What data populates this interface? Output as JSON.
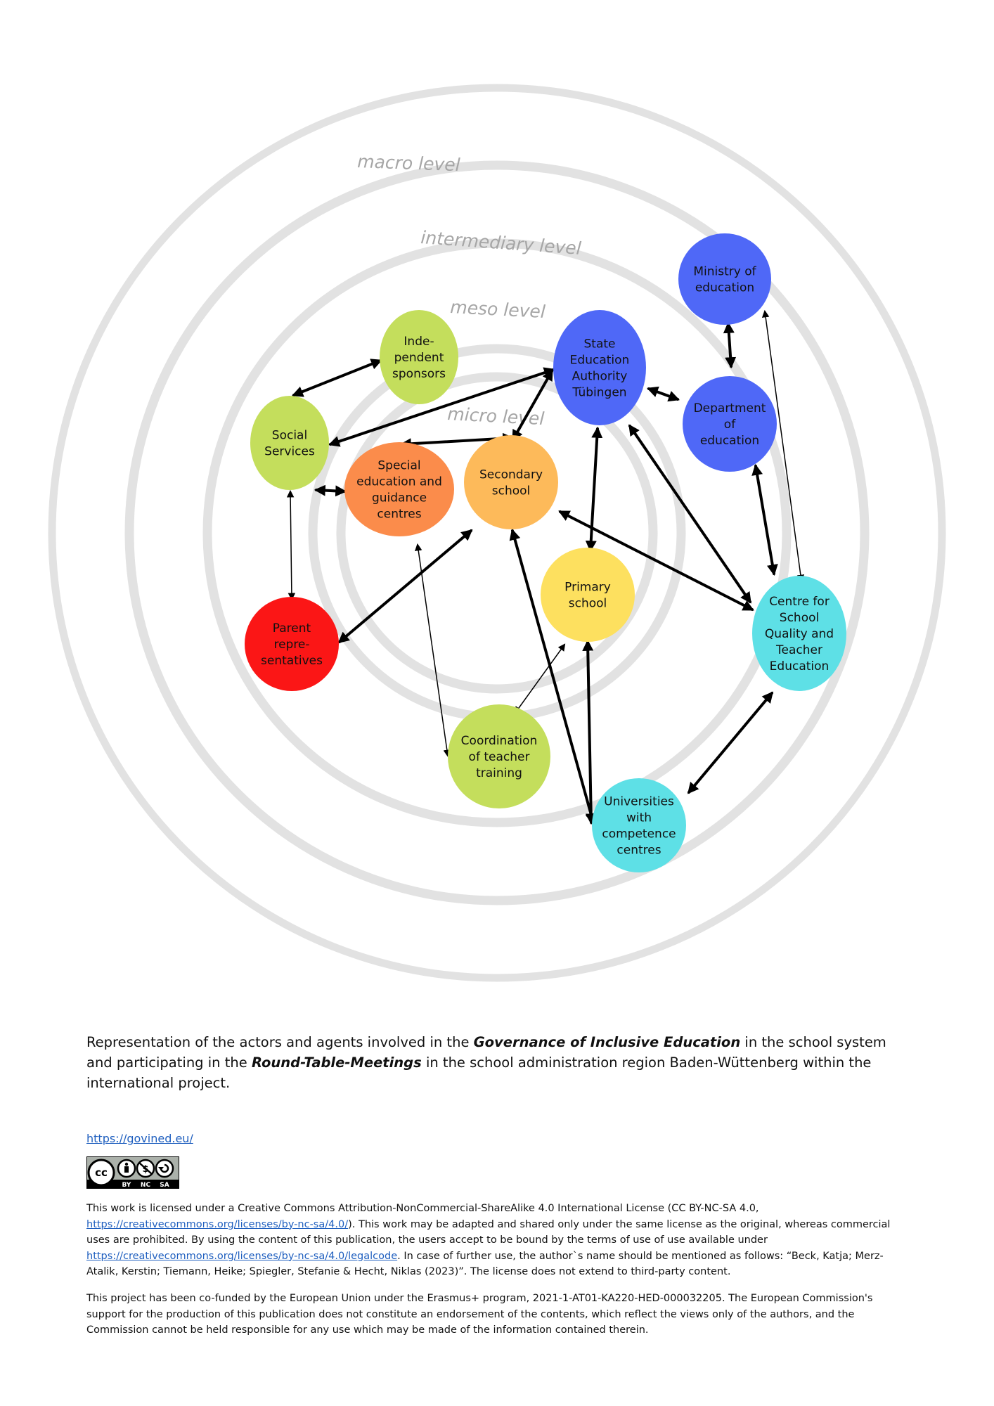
{
  "levels": {
    "macro": "macro level",
    "intermediary": "intermediary level",
    "meso": "meso level",
    "micro": "micro level"
  },
  "nodes": {
    "ministry": {
      "lines": [
        "Ministry of",
        "education"
      ],
      "color": "#4f68f7"
    },
    "state_authority": {
      "lines": [
        "State",
        "Education",
        "Authority",
        "Tübingen"
      ],
      "color": "#4f68f7"
    },
    "department": {
      "lines": [
        "Department",
        "of",
        "education"
      ],
      "color": "#4f68f7"
    },
    "independent_sponsors": {
      "lines": [
        "Inde-",
        "pendent",
        "sponsors"
      ],
      "color": "#c4de5c"
    },
    "social_services": {
      "lines": [
        "Social",
        "Services"
      ],
      "color": "#c4de5c"
    },
    "special_education": {
      "lines": [
        "Special",
        "education and",
        "guidance",
        "centres"
      ],
      "color": "#fb8c4b"
    },
    "secondary_school": {
      "lines": [
        "Secondary",
        "school"
      ],
      "color": "#fdba5a"
    },
    "primary_school": {
      "lines": [
        "Primary",
        "school"
      ],
      "color": "#fde05f"
    },
    "centre_quality": {
      "lines": [
        "Centre for",
        "School",
        "Quality and",
        "Teacher",
        "Education"
      ],
      "color": "#5ee0e6"
    },
    "parent_reps": {
      "lines": [
        "Parent",
        "repre-",
        "sentatives"
      ],
      "color": "#fb1616"
    },
    "coordination": {
      "lines": [
        "Coordination",
        "of teacher",
        "training"
      ],
      "color": "#c4de5c"
    },
    "universities": {
      "lines": [
        "Universities",
        "with",
        "competence",
        "centres"
      ],
      "color": "#5ee0e6"
    }
  },
  "caption": {
    "part1": "Representation of the actors and agents involved in the ",
    "em1": "Governance of Inclusive Education",
    "part2": " in the school system and participating in the ",
    "em2": "Round-Table-Meetings",
    "part3": " in the school administration region Baden-Wüttenberg within the international project."
  },
  "site_link": "https://govined.eu/",
  "cc_badge": {
    "by": "BY",
    "nc": "NC",
    "sa": "SA",
    "cc": "cc"
  },
  "license": {
    "part1": "This work is licensed under a Creative Commons Attribution-NonCommercial-ShareAlike 4.0 International License (CC BY-NC-SA 4.0, ",
    "link1": "https://creativecommons.org/licenses/by-nc-sa/4.0/",
    "part2": "). This work may be adapted and shared only under the same license as the original, whereas commercial uses are prohibited. By using the content of this publication, the users accept to be bound by the terms of use of use available under ",
    "link2": "https://creativecommons.org/licenses/by-nc-sa/4.0/legalcode",
    "part3": ". In case of further use, the author`s name should be mentioned as follows: “Beck, Katja; Merz-Atalik, Kerstin; Tiemann, Heike; Spiegler, Stefanie & Hecht, Niklas (2023)”. The license does not extend to third-party content."
  },
  "funding": "This project has been co-funded by the European Union under the Erasmus+ program, 2021-1-AT01-KA220-HED-000032205. The European Commission's support for the production of this publication does not constitute an endorsement of the contents, which reflect the views only of the authors, and the Commission cannot be held responsible for any use which may be made of the information contained therein."
}
